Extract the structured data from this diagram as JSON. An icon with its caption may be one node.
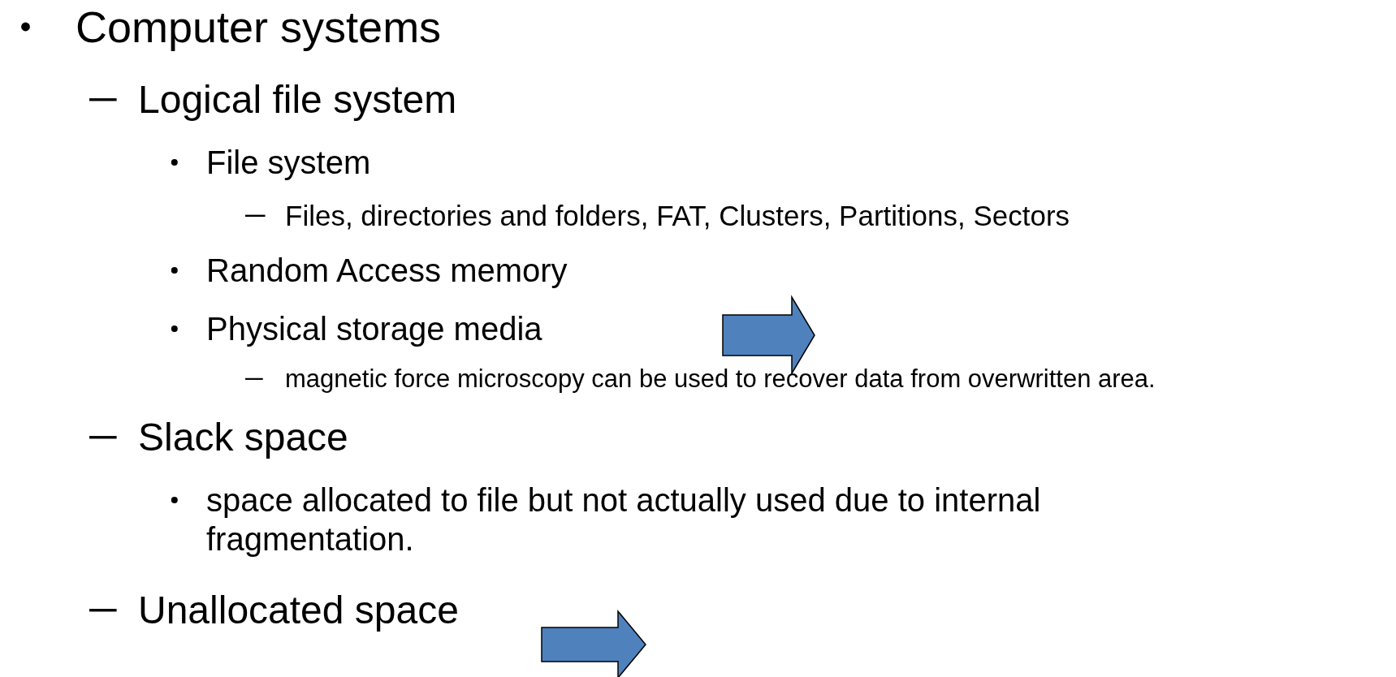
{
  "diagram": {
    "labels": [
      "Computer systems",
      "Logical file system",
      "File system",
      "Files, directories and folders, FAT, Clusters, Partitions, Sectors",
      "Random Access memory",
      "Physical storage media",
      "magnetic force microscopy can be used to recover data from overwritten area.",
      "Slack space",
      "space allocated to file but not actually used due to internal fragmentation.",
      "Unallocated space"
    ]
  }
}
